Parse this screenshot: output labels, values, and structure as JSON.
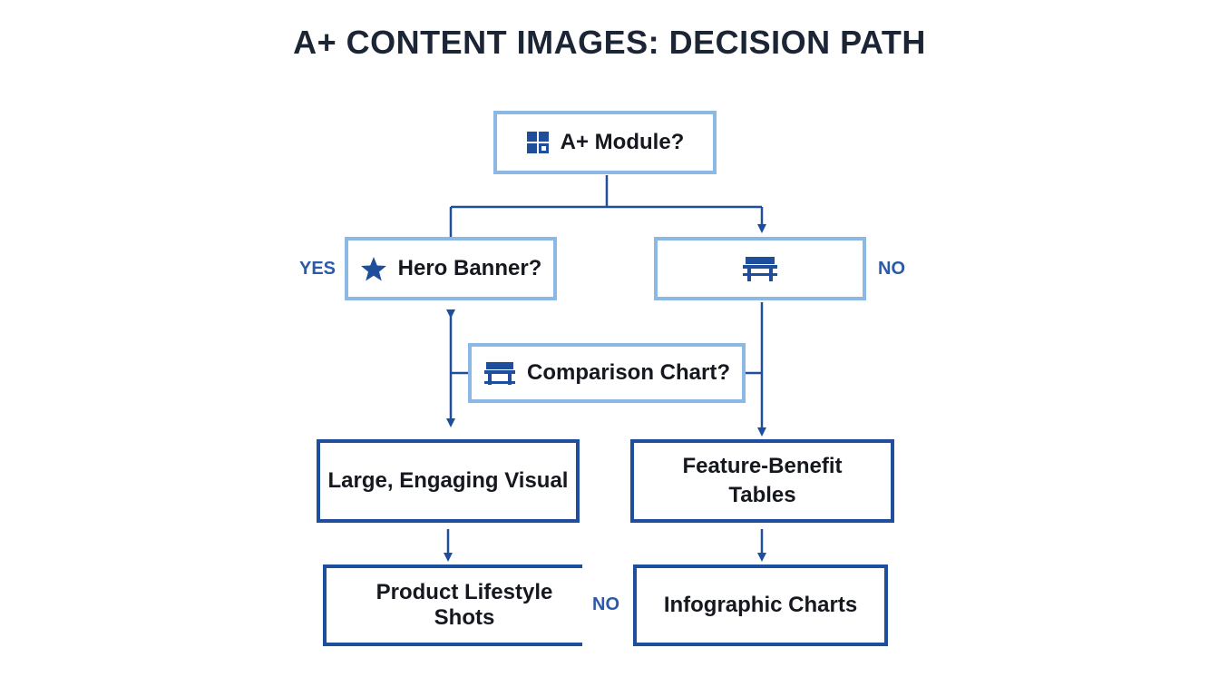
{
  "title": "A+ CONTENT IMAGES: DECISION PATH",
  "colors": {
    "light_border": "#8cb8e6",
    "dark_border": "#1f4f9c",
    "line": "#1f4f9c",
    "label": "#2a5aa8"
  },
  "nodes": {
    "module": {
      "label": "A+ Module?",
      "icon": "grid-icon"
    },
    "hero": {
      "label": "Hero Banner?",
      "icon": "star-icon"
    },
    "no_branch": {
      "label": "",
      "icon": "table-icon"
    },
    "comparison": {
      "label": "Comparison Chart?",
      "icon": "table-icon"
    },
    "large_visual": {
      "label": "Large, Engaging Visual"
    },
    "feature_benefit": {
      "line1": "Feature-Benefit",
      "line2": "Tables"
    },
    "lifestyle": {
      "label": "Product Lifestyle Shots"
    },
    "infographic": {
      "label": "Infographic Charts"
    }
  },
  "labels": {
    "yes": "YES",
    "no_right": "NO",
    "no_bottom": "NO"
  }
}
